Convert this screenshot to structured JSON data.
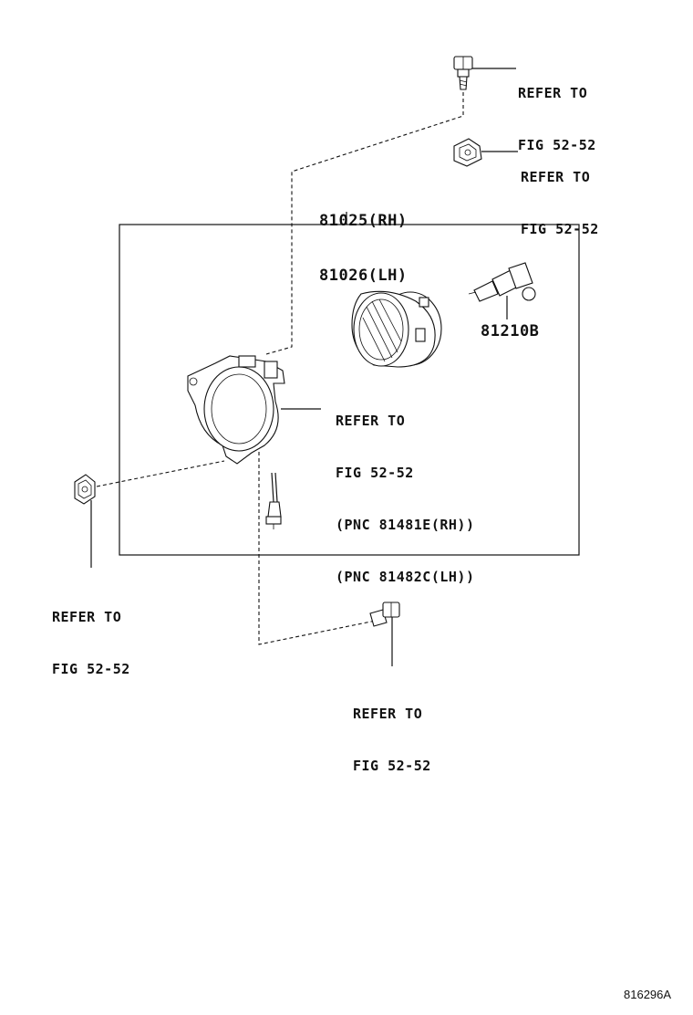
{
  "callouts": {
    "top_screw": {
      "line1": "REFER TO",
      "line2": "FIG 52-52"
    },
    "top_clip": {
      "line1": "REFER TO",
      "line2": "FIG 52-52"
    },
    "bracket": {
      "line1": "REFER TO",
      "line2": "FIG 52-52",
      "line3": "(PNC 81481E(RH))",
      "line4": "(PNC 81482C(LH))"
    },
    "left_clip": {
      "line1": "REFER TO",
      "line2": "FIG 52-52"
    },
    "bottom_screw": {
      "line1": "REFER TO",
      "line2": "FIG 52-52"
    }
  },
  "assembly": {
    "part_rh": "81025(RH)",
    "part_lh": "81026(LH)"
  },
  "bulb": {
    "part": "81210B"
  },
  "illustration_code": "816296A",
  "icons": [
    "screw-icon",
    "clip-nut-icon",
    "fog-lamp-housing-icon",
    "bulb-icon",
    "bracket-icon",
    "wire-socket-icon"
  ]
}
